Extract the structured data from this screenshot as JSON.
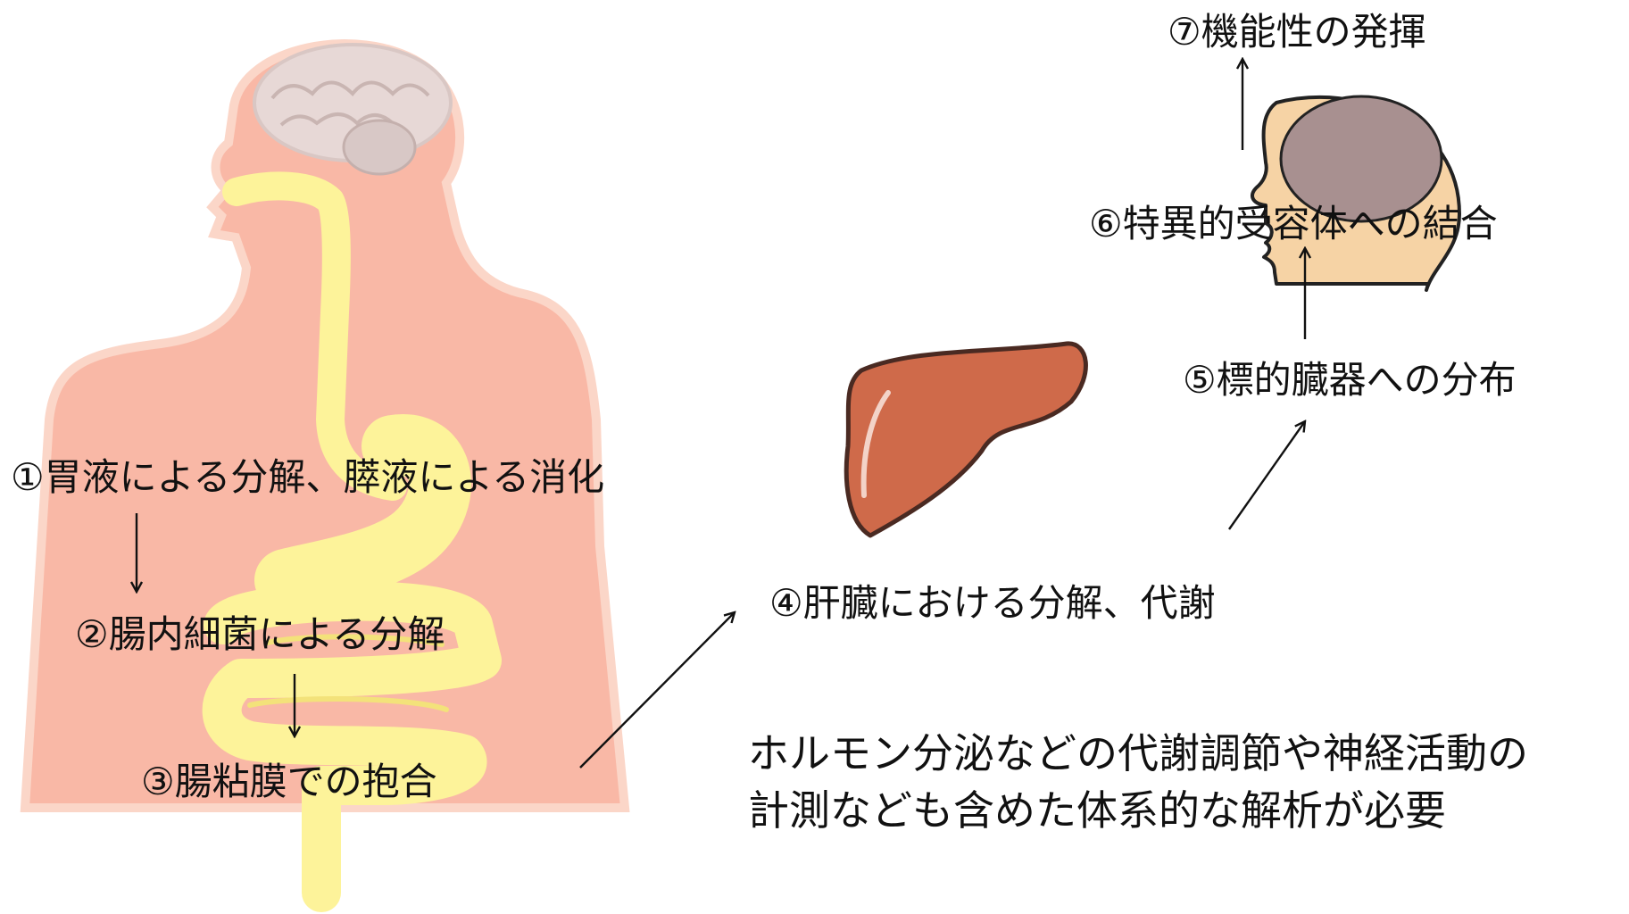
{
  "steps": {
    "s1": "①胃液による分解、膵液による消化",
    "s2": "②腸内細菌による分解",
    "s3": "③腸粘膜での抱合",
    "s4": "④肝臓における分解、代謝",
    "s5": "⑤標的臓器への分布",
    "s6": "⑥特異的受容体への結合",
    "s7": "⑦機能性の発揮"
  },
  "note": {
    "line1": "ホルモン分泌などの代謝調節や神経活動の",
    "line2": "計測なども含めた体系的な解析が必要"
  },
  "colors": {
    "body_fill": "#f9b8a6",
    "body_outline": "#fbd6c8",
    "gut": "#fdf39a",
    "brain": "#e7d8d6",
    "liver": "#cf6a4a",
    "head_skin": "#f6d3a5",
    "head_brain": "#a89090",
    "arrow": "#111111"
  },
  "icons": [
    "human-body-illustration",
    "brain-icon",
    "liver-icon",
    "head-profile-icon",
    "arrow-icon"
  ]
}
